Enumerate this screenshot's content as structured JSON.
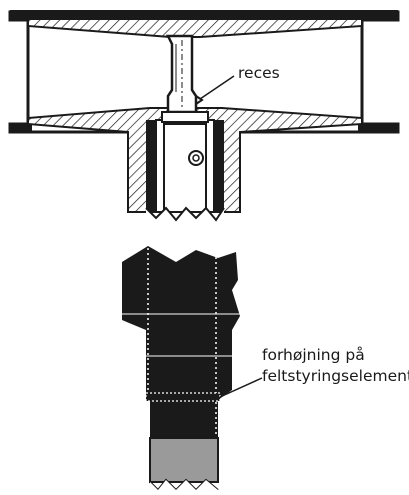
{
  "labels": {
    "recess": "reces",
    "field_guide_raise_line1": "forhøjning på",
    "field_guide_raise_line2": "feltstyringselement"
  },
  "colors": {
    "ink": "#1a1a1a",
    "hatch": "#1a1a1a",
    "shank_gray": "#9a9a9a",
    "background": "#ffffff"
  }
}
